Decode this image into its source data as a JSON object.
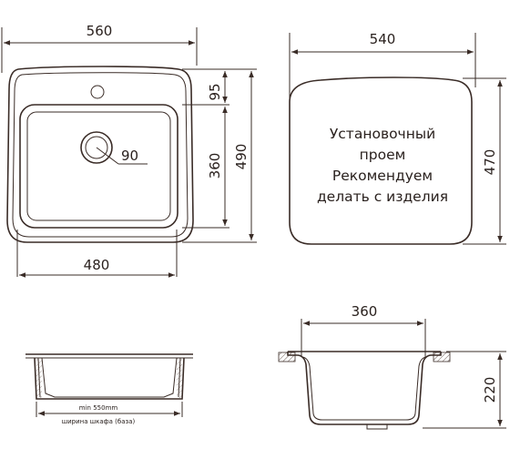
{
  "top_view": {
    "width_label": "560",
    "bowl_width_label": "480",
    "depth_label": "490",
    "bowl_depth_label": "360",
    "back_label": "95",
    "drain_label": "90"
  },
  "cutout": {
    "width_label": "540",
    "height_label": "470",
    "note_lines": [
      "Установочный",
      "проем",
      "Рекомендуем",
      "делать с изделия"
    ]
  },
  "side_view": {
    "min_label": "min 550mm",
    "cabinet_label": "ширина шкафа (база)"
  },
  "section_view": {
    "width_label": "360",
    "depth_label": "220"
  }
}
